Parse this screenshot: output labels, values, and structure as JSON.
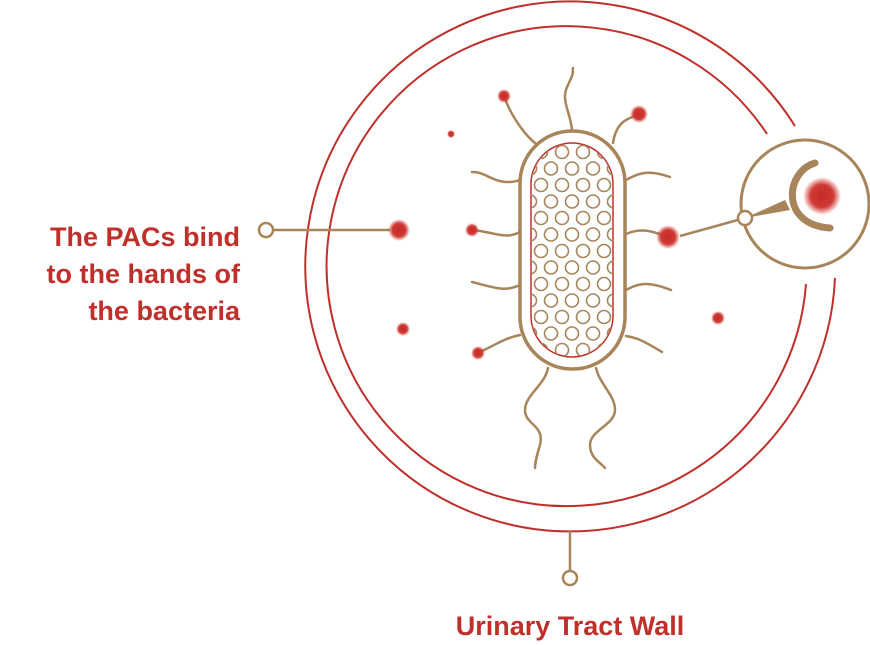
{
  "labels": {
    "left_line1": "The PACs bind",
    "left_line2": "to the hands of",
    "left_line3": "the bacteria",
    "bottom": "Urinary Tract Wall"
  },
  "colors": {
    "red": "#c0302b",
    "brown": "#a8845a"
  }
}
